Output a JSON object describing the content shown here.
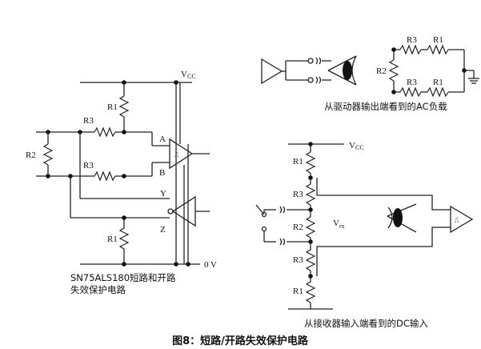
{
  "figure": {
    "caption": "图8：短路/开路失效保护电路"
  },
  "left_circuit": {
    "vcc_label": "V",
    "vcc_sub": "CC",
    "ground_label": "0 V",
    "resistor_r1_top": "R1",
    "resistor_r3_top": "R3",
    "resistor_r3_bottom": "R3",
    "resistor_r2": "R2",
    "resistor_r1_bottom": "R1",
    "pin_a": "A",
    "pin_b": "B",
    "pin_y": "Y",
    "pin_z": "Z",
    "caption_line1": "SN75ALS180短路和开路",
    "caption_line2": "失效保护电路"
  },
  "top_right": {
    "resistor_r3_top": "R3",
    "resistor_r1_top": "R1",
    "resistor_r2": "R2",
    "resistor_r3_bottom": "R3",
    "resistor_r1_bottom": "R1",
    "caption": "从驱动器输出端看到的AC负载"
  },
  "bottom_right": {
    "vcc_label": "V",
    "vcc_sub": "CC",
    "resistor_r1_top": "R1",
    "resistor_r3_top": "R3",
    "resistor_r2": "R2",
    "resistor_r3_bottom": "R3",
    "resistor_r1_bottom": "R1",
    "vrx_label": "V",
    "vrx_sub": "rx",
    "caption": "从接收器输入端看到的DC输入"
  }
}
